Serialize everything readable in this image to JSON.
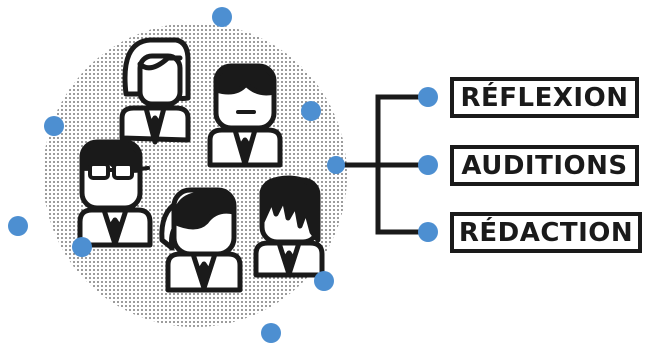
{
  "accent_color": "#4d8fd1",
  "ink_color": "#1a1a1a",
  "group_icon": "group-of-six-people-icon",
  "labels": [
    "RÉFLEXION",
    "AUDITIONS",
    "RÉDACTION"
  ]
}
